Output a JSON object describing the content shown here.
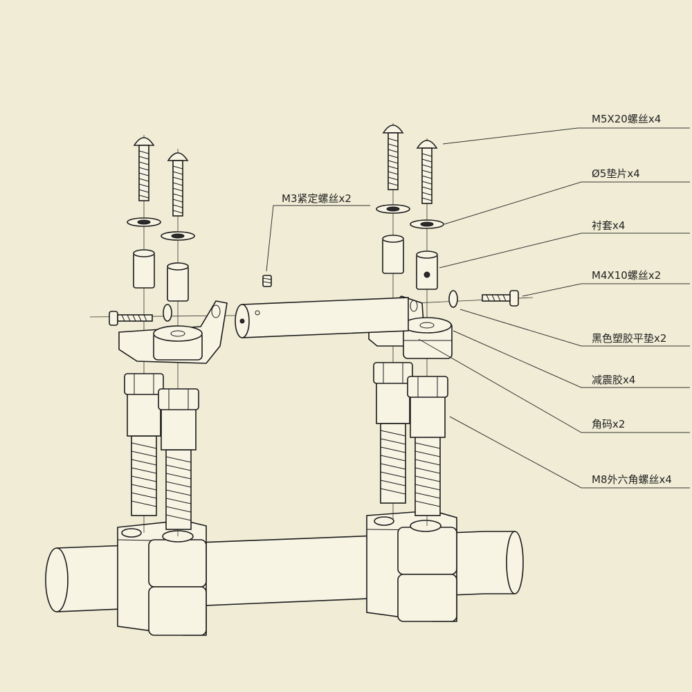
{
  "labels": {
    "m5x20_screw": "M5X20螺丝x4",
    "washer_5": "Ø5垫片x4",
    "bushing": "衬套x4",
    "m4x10_screw": "M4X10螺丝x2",
    "m3_set_screw": "M3紧定螺丝x2",
    "black_plastic_washer": "黑色塑胶平垫x2",
    "damping_rubber": "减震胶x4",
    "corner_bracket": "角码x2",
    "m8_hex_bolt": "M8外六角螺丝x4"
  },
  "colors": {
    "background": "#f0ecd5",
    "line": "#1a1a1a",
    "part_fill": "#f7f4e4"
  }
}
